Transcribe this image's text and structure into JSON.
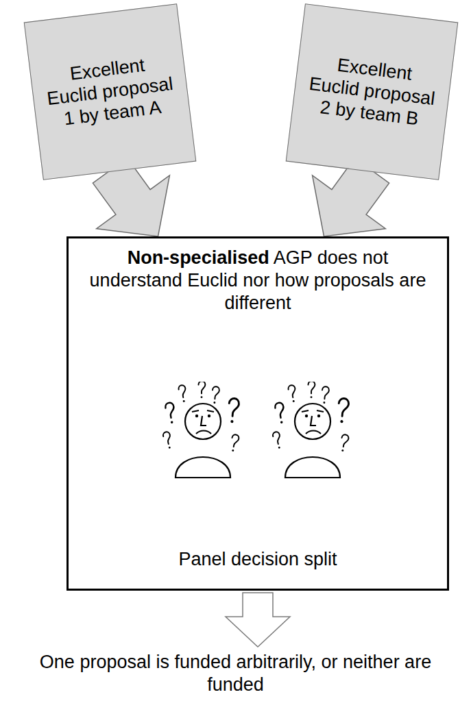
{
  "diagram": {
    "nodes": [
      {
        "text": [
          "Excellent Euclid proposal 1 by team A"
        ]
      },
      {
        "text": [
          "Excellent Euclid proposal 2 by team B"
        ]
      },
      {
        "text": [
          "Non-specialised AGP does not understand Euclid nor how proposals are different",
          "Panel decision split"
        ]
      },
      {
        "text": [
          "One proposal is funded arbitrarily, or neither are funded"
        ]
      }
    ],
    "edges": [
      {
        "from": 0,
        "to": 2,
        "arrow": "to"
      },
      {
        "from": 1,
        "to": 2,
        "arrow": "to"
      },
      {
        "from": 2,
        "to": 3,
        "arrow": "to"
      }
    ]
  }
}
